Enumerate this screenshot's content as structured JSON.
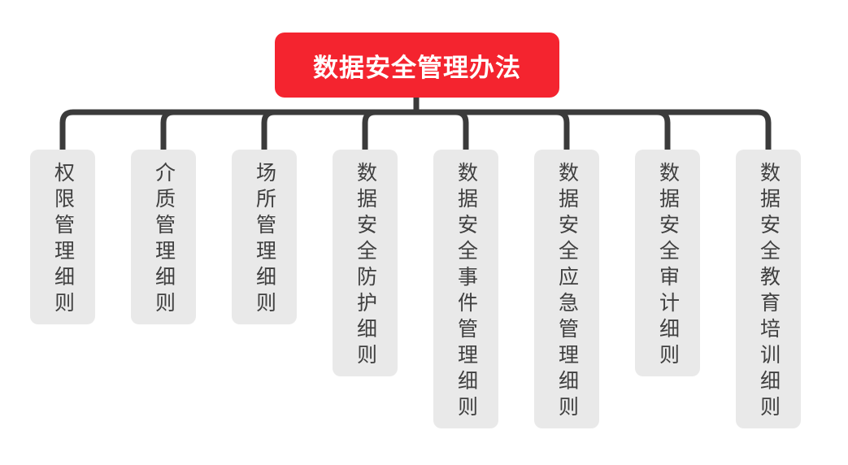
{
  "diagram": {
    "type": "mindmap-org-chart",
    "root": {
      "label": "数据安全管理办法",
      "bg_color": "#F4242F",
      "text_color": "#FFFFFF"
    },
    "children": [
      {
        "label": "权限管理细则"
      },
      {
        "label": "介质管理细则"
      },
      {
        "label": "场所管理细则"
      },
      {
        "label": "数据安全防护细则"
      },
      {
        "label": "数据安全事件管理细则"
      },
      {
        "label": "数据安全应急管理细则"
      },
      {
        "label": "数据安全审计细则"
      },
      {
        "label": "数据安全教育培训细则"
      }
    ],
    "child_bg_color": "#E9E9E9",
    "child_text_color": "#404040",
    "connector_color": "#3B3B3B",
    "background_color": "#FFFFFF"
  }
}
